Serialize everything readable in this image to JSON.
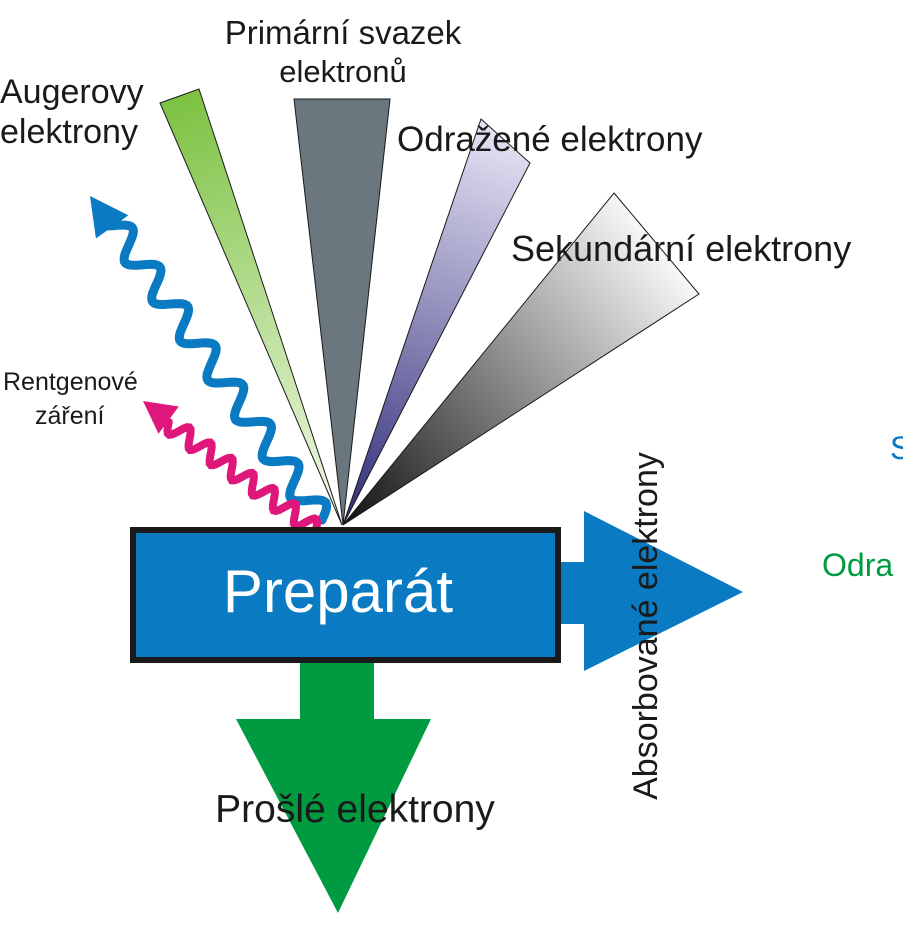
{
  "labels": {
    "primary_beam_line1": "Primární svazek",
    "primary_beam_line2": "elektronů",
    "auger_line1": "Augerovy",
    "auger_line2": "elektrony",
    "backscattered": "Odražené elektrony",
    "secondary": "Sekundární elektrony",
    "xray_line1": "Rentgenové",
    "xray_line2": "záření",
    "specimen": "Preparát",
    "absorbed": "Absorbované elektrony",
    "transmitted": "Prošlé elektrony",
    "cut_blue": "S",
    "cut_green": "Odra"
  },
  "colors": {
    "specimen_fill": "#0a7ac2",
    "specimen_border": "#1a1a1a",
    "primary_beam": "#6b777e",
    "auger_gradient": [
      "#7cc242",
      "#f4f9ea"
    ],
    "backscattered_gradient": [
      "#2e2a78",
      "#e8e6f6"
    ],
    "secondary_gradient": [
      "#111111",
      "#ffffff"
    ],
    "xray_wave": "#0a7ac2",
    "xray_wave_small": "#e0177a",
    "absorbed_arrow": "#0a7ac2",
    "transmitted_arrow": "#009b40",
    "cut_blue": "#0a7ac2",
    "cut_green": "#009b40"
  }
}
